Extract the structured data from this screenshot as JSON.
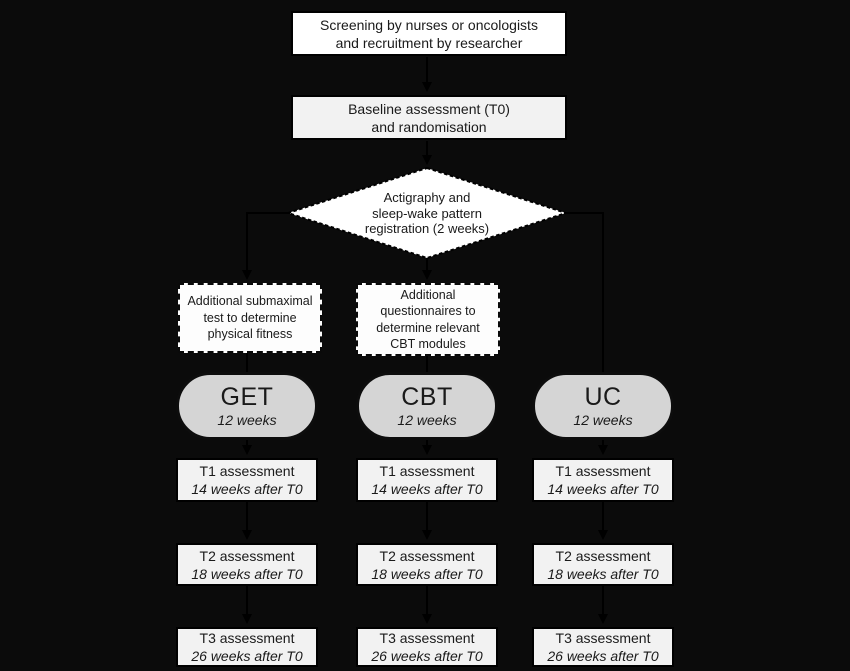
{
  "colors": {
    "background": "#0b0b0b",
    "connector_line": "#000000",
    "box_white_fill": "#ffffff",
    "box_light_fill": "#f2f2f2",
    "arm_pill_fill": "#d5d5d5",
    "border": "#000000"
  },
  "flowchart": {
    "screening": {
      "lines": [
        "Screening by nurses or oncologists",
        "and recruitment by researcher"
      ]
    },
    "baseline": {
      "lines": [
        "Baseline assessment (T0)",
        "and randomisation"
      ]
    },
    "actigraphy": {
      "lines": [
        "Actigraphy and",
        "sleep-wake pattern",
        "registration (2 weeks)"
      ]
    },
    "submaximal": {
      "lines": [
        "Additional submaximal",
        "test to determine",
        "physical fitness"
      ]
    },
    "cbt_modules": {
      "lines": [
        "Additional",
        "questionnaires to",
        "determine relevant",
        "CBT modules"
      ]
    },
    "arms": [
      {
        "name": "GET",
        "duration": "12 weeks",
        "assessments": [
          {
            "title": "T1 assessment",
            "timing": "14 weeks after T0"
          },
          {
            "title": "T2 assessment",
            "timing": "18 weeks after T0"
          },
          {
            "title": "T3 assessment",
            "timing": "26 weeks after T0"
          }
        ]
      },
      {
        "name": "CBT",
        "duration": "12 weeks",
        "assessments": [
          {
            "title": "T1 assessment",
            "timing": "14 weeks after T0"
          },
          {
            "title": "T2 assessment",
            "timing": "18 weeks after T0"
          },
          {
            "title": "T3 assessment",
            "timing": "26 weeks after T0"
          }
        ]
      },
      {
        "name": "UC",
        "duration": "12 weeks",
        "assessments": [
          {
            "title": "T1 assessment",
            "timing": "14 weeks after T0"
          },
          {
            "title": "T2 assessment",
            "timing": "18 weeks after T0"
          },
          {
            "title": "T3 assessment",
            "timing": "26 weeks after T0"
          }
        ]
      }
    ]
  }
}
